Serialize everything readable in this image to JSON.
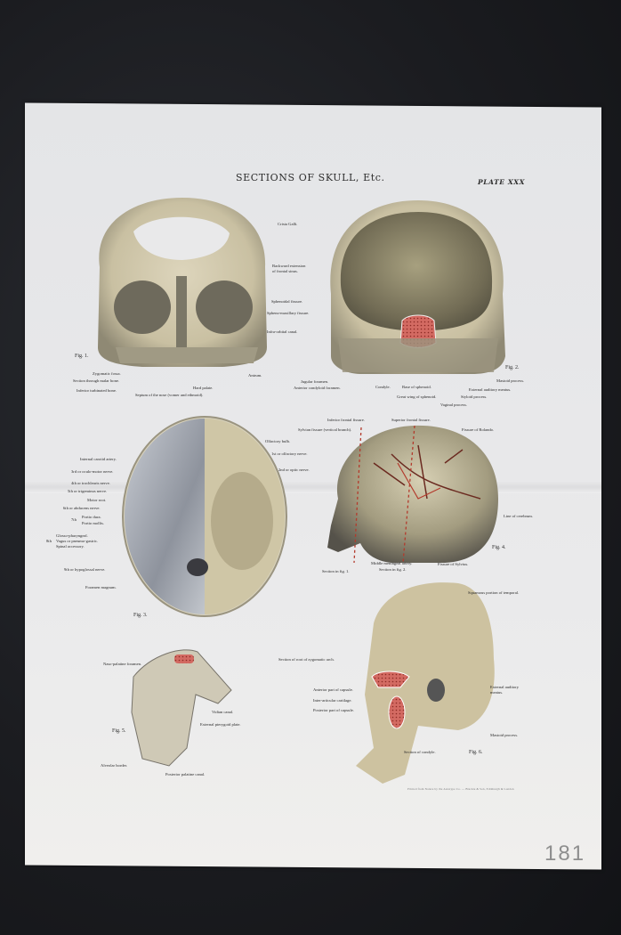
{
  "plate": {
    "title": "SECTIONS OF SKULL, Etc.",
    "plate_number": "PLATE XXX",
    "printer_imprint": "Printed from Nature by the Autotype Co. — Blackie & Son, Edinburgh & London",
    "pencil_note": "181"
  },
  "figures": {
    "fig1": {
      "label": "Fig. 1.",
      "labels": [
        "Crista Galli.",
        "Backward extension",
        "of frontal sinus.",
        "Sphenoidal fissure.",
        "Spheno-maxillary fissure.",
        "Infra-orbital canal.",
        "Antrum.",
        "Zygomatic fossa.",
        "Section through malar bone.",
        "Inferior turbinated bone.",
        "Hard palate.",
        "Septum of the nose (vomer and ethmoid)."
      ]
    },
    "fig2": {
      "label": "Fig. 2.",
      "labels": [
        "Jugular foramen.",
        "Anterior condyloid foramen.",
        "Condyle.",
        "Base of sphenoid.",
        "Great wing of sphenoid.",
        "Vaginal process.",
        "Styloid process.",
        "External auditory meatus.",
        "Mastoid process."
      ]
    },
    "fig3": {
      "label": "Fig. 3.",
      "labels": [
        "Internal carotid artery.",
        "3rd or oculo-motor nerve.",
        "4th or trochlearis nerve.",
        "5th or trigeminus nerve.",
        "Motor root.",
        "6th or abducens nerve.",
        "7th",
        "Portio dura.",
        "Portio mollis.",
        "Glosso-pharyngeal.",
        "8th",
        "Vagus or pneumo-gastric.",
        "Spinal accessory.",
        "9th or hypoglossal nerve.",
        "Foramen magnum.",
        "Olfactory bulb.",
        "1st or olfactory nerve.",
        "2nd or optic nerve."
      ]
    },
    "fig4": {
      "label": "Fig. 4.",
      "labels": [
        "Inferior frontal fissure.",
        "Superior frontal fissure.",
        "Sylvian fissure (vertical branch).",
        "Fissure of Rolando.",
        "Line of cerebrum.",
        "Middle meningeal artery.",
        "Section in fig. 1.",
        "Section in fig. 2.",
        "Fissure of Sylvius."
      ]
    },
    "fig5": {
      "label": "Fig. 5.",
      "labels": [
        "Naso-palatine foramen.",
        "Vidian canal.",
        "External pterygoid plate.",
        "Alveolar border.",
        "Posterior palatine canal."
      ]
    },
    "fig6": {
      "label": "Fig. 6.",
      "labels": [
        "Squamous portion of temporal.",
        "Section of root of zygomatic arch.",
        "Anterior part of capsule.",
        "Inter-articular cartilage.",
        "Posterior part of capsule.",
        "External auditory",
        "meatus.",
        "Mastoid process.",
        "Section of condyle."
      ]
    }
  },
  "colors": {
    "background": "#1b1c20",
    "paper": "#e8e8ea",
    "bone": "#cfc6a8",
    "bone_shadow": "#8a8570",
    "section_red": "#c0514a",
    "vessel_red": "#9e3a2c"
  }
}
